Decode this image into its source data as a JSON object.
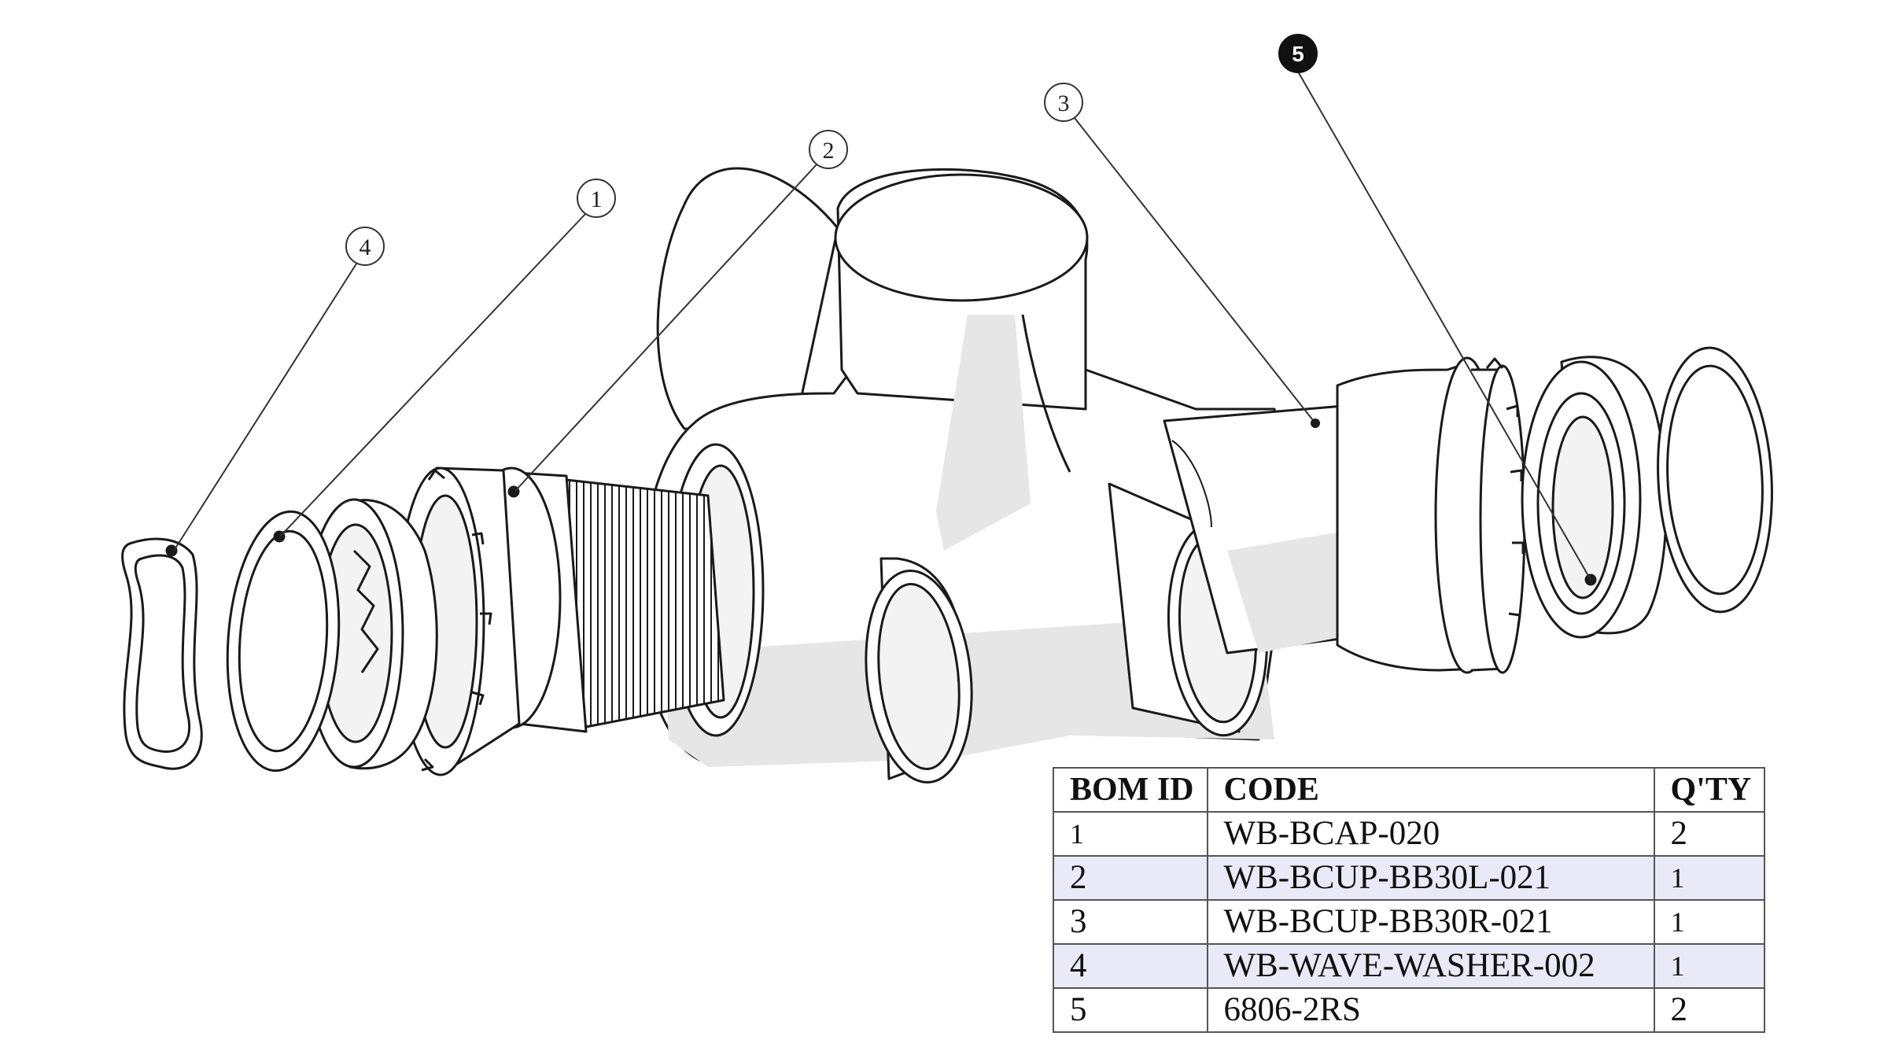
{
  "callouts": [
    "1",
    "2",
    "3",
    "4",
    "5"
  ],
  "bom": {
    "headers": {
      "id": "BOM ID",
      "code": "CODE",
      "qty": "Q'TY"
    },
    "rows": [
      {
        "id": "1",
        "code": "WB-BCAP-020",
        "qty": "2"
      },
      {
        "id": "2",
        "code": "WB-BCUP-BB30L-021",
        "qty": "1"
      },
      {
        "id": "3",
        "code": "WB-BCUP-BB30R-021",
        "qty": "1"
      },
      {
        "id": "4",
        "code": "WB-WAVE-WASHER-002",
        "qty": "1"
      },
      {
        "id": "5",
        "code": "6806-2RS",
        "qty": "2"
      }
    ]
  },
  "colors": {
    "line": "#1a1a1a",
    "shade": "#e6e6e6",
    "table_alt_row": "#e9e9f7",
    "table_border": "#555555"
  }
}
